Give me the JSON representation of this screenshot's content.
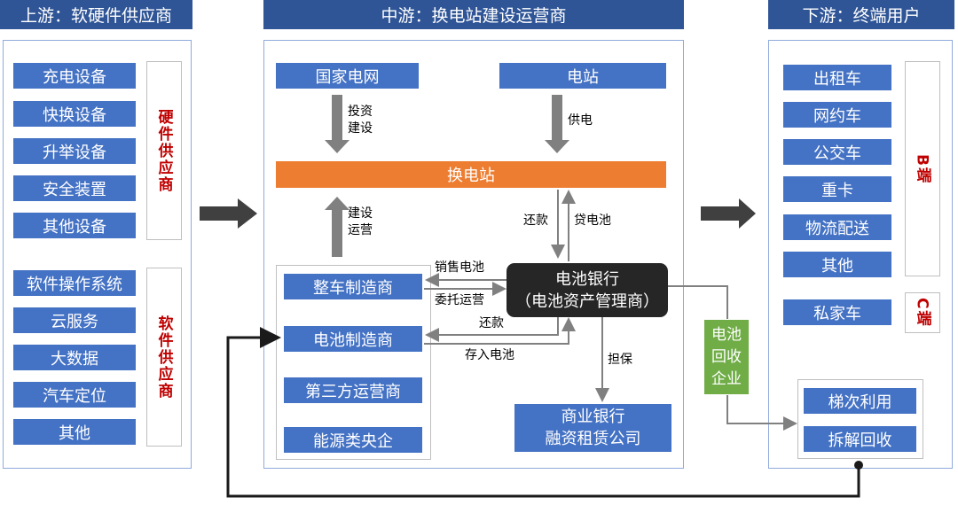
{
  "upstream": {
    "title": "上游：软硬件供应商",
    "hardware": [
      "充电设备",
      "快换设备",
      "升举设备",
      "安全装置",
      "其他设备"
    ],
    "hardware_label": "硬件供应商",
    "software": [
      "软件操作系统",
      "云服务",
      "大数据",
      "汽车定位",
      "其他"
    ],
    "software_label": "软件供应商"
  },
  "midstream": {
    "title": "中游：换电站建设运营商",
    "grid": "国家电网",
    "station": "电站",
    "invest_l1": "投资",
    "invest_l2": "建设",
    "supply": "供电",
    "swap": "换电站",
    "build_l1": "建设",
    "build_l2": "运营",
    "makers": [
      "整车制造商",
      "电池制造商",
      "第三方运营商",
      "能源类央企"
    ],
    "bank_l1": "电池银行",
    "bank_l2": "（电池资产管理商）",
    "repay1": "还款",
    "loan": "贷电池",
    "sell": "销售电池",
    "entrust": "委托运营",
    "repay2": "还款",
    "deposit": "存入电池",
    "guarantee": "担保",
    "finance_l1": "商业银行",
    "finance_l2": "融资租赁公司",
    "recycle_l1": "电池",
    "recycle_l2": "回收",
    "recycle_l3": "企业"
  },
  "downstream": {
    "title": "下游：终端用户",
    "b_users": [
      "出租车",
      "网约车",
      "公交车",
      "重卡",
      "物流配送",
      "其他"
    ],
    "b_label": "B端",
    "c_users": [
      "私家车"
    ],
    "c_label": "C端",
    "reuse": [
      "梯次利用",
      "拆解回收"
    ]
  },
  "colors": {
    "header": "#2F5597",
    "box": "#4472C4",
    "swap": "#ED7D31",
    "bank": "#262626",
    "recycle": "#70AD47"
  }
}
